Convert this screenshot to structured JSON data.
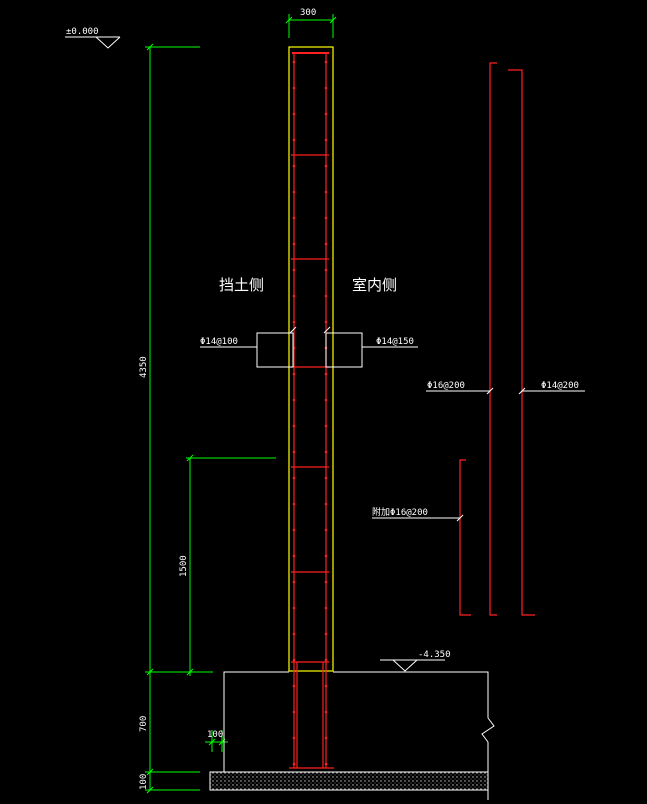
{
  "colors": {
    "background": "#000000",
    "dimension": "#00ff00",
    "rebar": "#ff2020",
    "wall_outline": "#ffff00",
    "foundation": "#ffffff",
    "text": "#ffffff"
  },
  "elevations": {
    "top": "±0.000",
    "bottom": "-4.350"
  },
  "dimensions": {
    "wall_thickness": "300",
    "wall_height": "4350",
    "lap_length": "1500",
    "footing_depth": "700",
    "cushion": "100",
    "cover": "100"
  },
  "sides": {
    "soil_side": "挡土侧",
    "indoor_side": "室内侧"
  },
  "rebar_labels": {
    "soil_side_bars": "Φ14@100",
    "indoor_side_bars": "Φ14@150",
    "outer_vertical": "Φ16@200",
    "inner_vertical": "Φ14@200",
    "additional": "附加Φ16@200"
  }
}
